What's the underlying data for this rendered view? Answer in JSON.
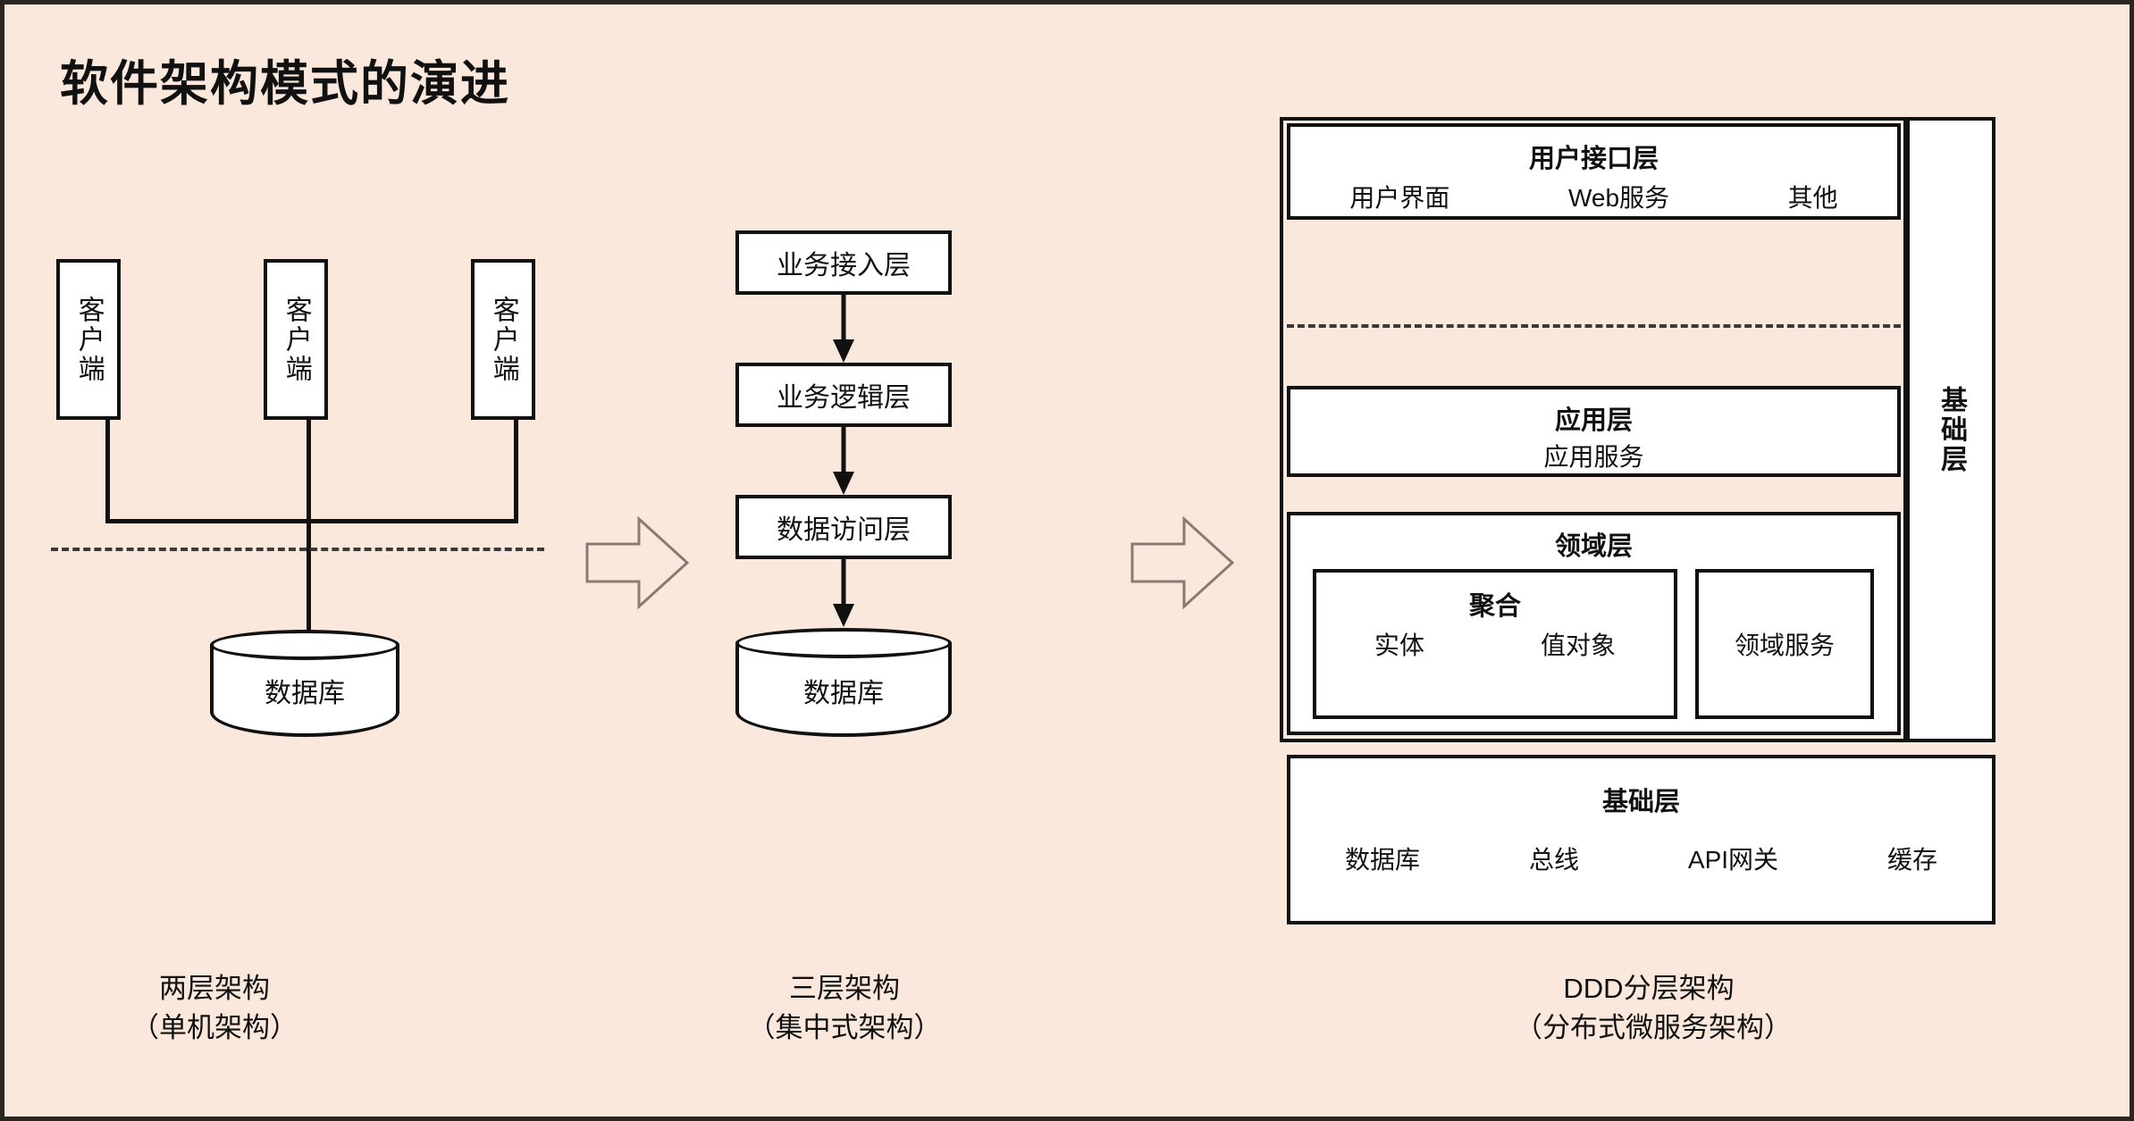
{
  "page": {
    "title": "软件架构模式的演进",
    "background_color": "#fbe8dc",
    "border_color": "#2b2522",
    "stroke_color": "#111111",
    "fill_color": "#ffffff"
  },
  "two_tier": {
    "clients": [
      {
        "label": "客户端"
      },
      {
        "label": "客户端"
      },
      {
        "label": "客户端"
      }
    ],
    "database": {
      "label": "数据库"
    },
    "caption": "两层架构\n（单机架构）"
  },
  "three_tier": {
    "layers": [
      {
        "label": "业务接入层"
      },
      {
        "label": "业务逻辑层"
      },
      {
        "label": "数据访问层"
      }
    ],
    "database": {
      "label": "数据库"
    },
    "caption": "三层架构\n（集中式架构）"
  },
  "ddd": {
    "ui_layer": {
      "title": "用户接口层",
      "items": [
        "用户界面",
        "Web服务",
        "其他"
      ]
    },
    "app_layer": {
      "title": "应用层",
      "items": [
        "应用服务"
      ]
    },
    "domain_layer": {
      "title": "领域层",
      "aggregate": {
        "title": "聚合",
        "items": [
          "实体",
          "值对象"
        ]
      },
      "domain_service": {
        "label": "领域服务"
      }
    },
    "infra_layer": {
      "title": "基础层",
      "items": [
        "数据库",
        "总线",
        "API网关",
        "缓存"
      ]
    },
    "infra_side": {
      "label": "基础层"
    },
    "caption": "DDD分层架构\n（分布式微服务架构）"
  },
  "transitions": [
    {
      "name": "arrow-two-to-three"
    },
    {
      "name": "arrow-three-to-ddd"
    }
  ]
}
